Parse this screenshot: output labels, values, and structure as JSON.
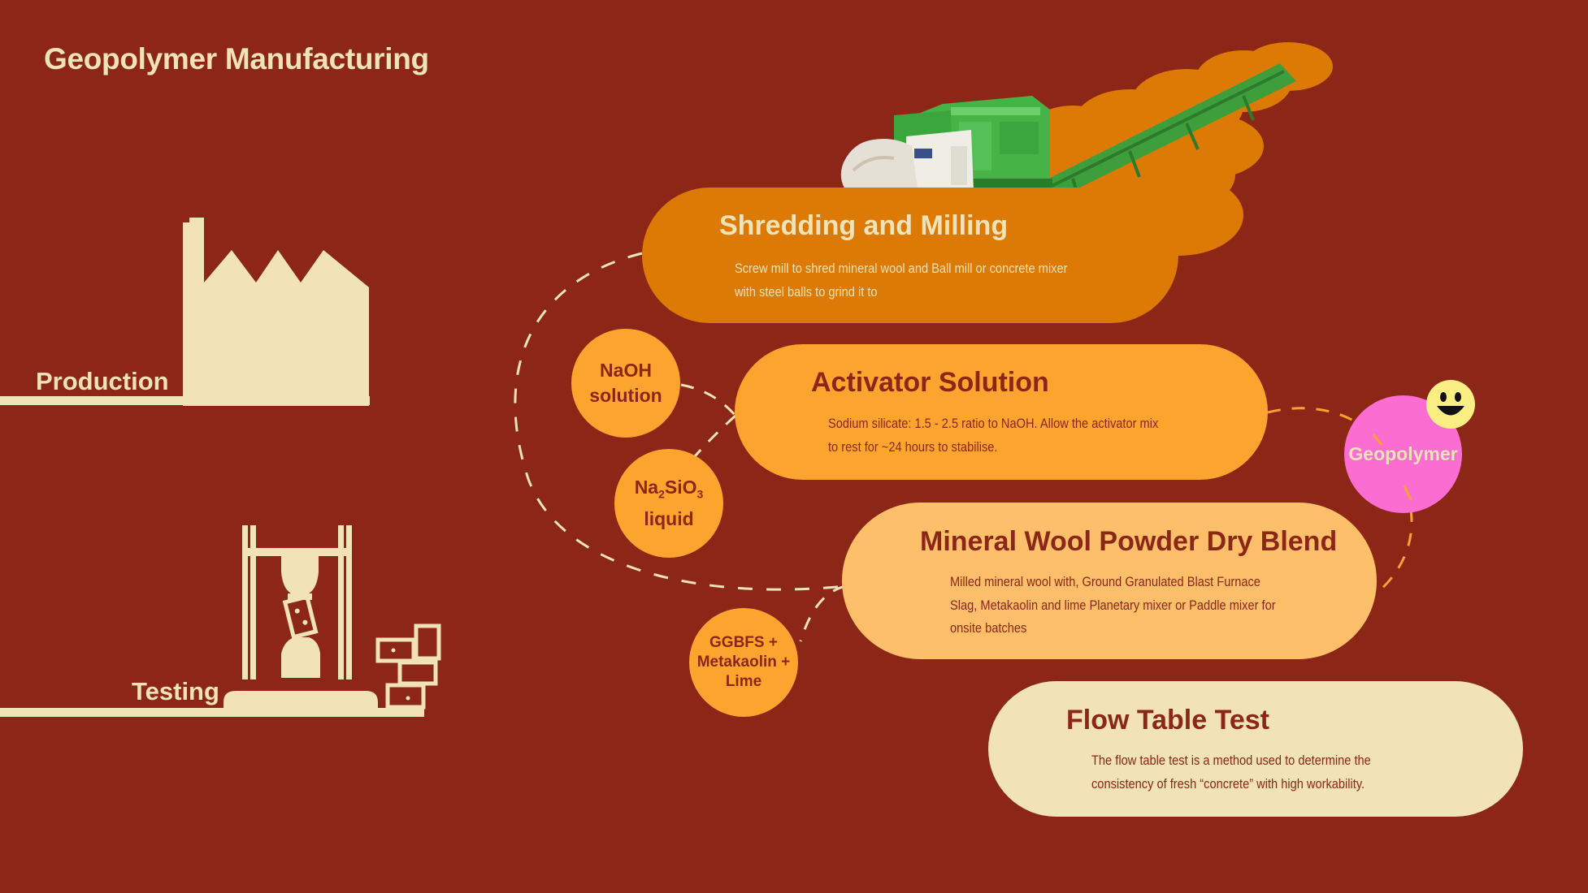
{
  "slide_title": "Geopolymer Manufacturing",
  "sections": {
    "production_label": "Production",
    "testing_label": "Testing"
  },
  "steps": [
    {
      "title": "Shredding and Milling",
      "description": "Screw mill to shred mineral wool and Ball mill or concrete mixer with steel balls to grind it to"
    },
    {
      "title": "Activator Solution",
      "description": "Sodium silicate: 1.5 - 2.5 ratio to NaOH. Allow the activator mix to rest for ~24 hours to stabilise."
    },
    {
      "title": "Mineral Wool Powder Dry Blend",
      "description": "Milled mineral wool with, Ground Granulated Blast Furnace Slag, Metakaolin and lime Planetary mixer or Paddle mixer for onsite batches"
    },
    {
      "title": "Flow Table Test",
      "description": "The flow table test is a method used to determine the consistency of fresh “concrete” with high workability."
    }
  ],
  "ingredients": {
    "naoh": {
      "line1": "NaOH",
      "line2": "solution"
    },
    "silicate": {
      "formula_base": "Na",
      "sub1": "2",
      "mid": "SiO",
      "sub2": "3",
      "line2": "liquid"
    },
    "powders": {
      "line1": "GGBFS +",
      "line2": "Metakaolin +",
      "line3": "Lime"
    }
  },
  "result": {
    "label": "Geopolymer"
  },
  "icons": [
    "factory-icon",
    "compression-test-icon",
    "concrete-blocks-icon",
    "smiley-icon",
    "shredder-machine-image"
  ],
  "colors": {
    "background": "#8c2718",
    "cream": "#f1e2b8",
    "dark_orange": "#dc7a05",
    "orange": "#fda42f",
    "light_orange": "#fdbf6a",
    "pink": "#fb6dd0",
    "yellow": "#fbef84",
    "text_dark": "#8c2718"
  }
}
